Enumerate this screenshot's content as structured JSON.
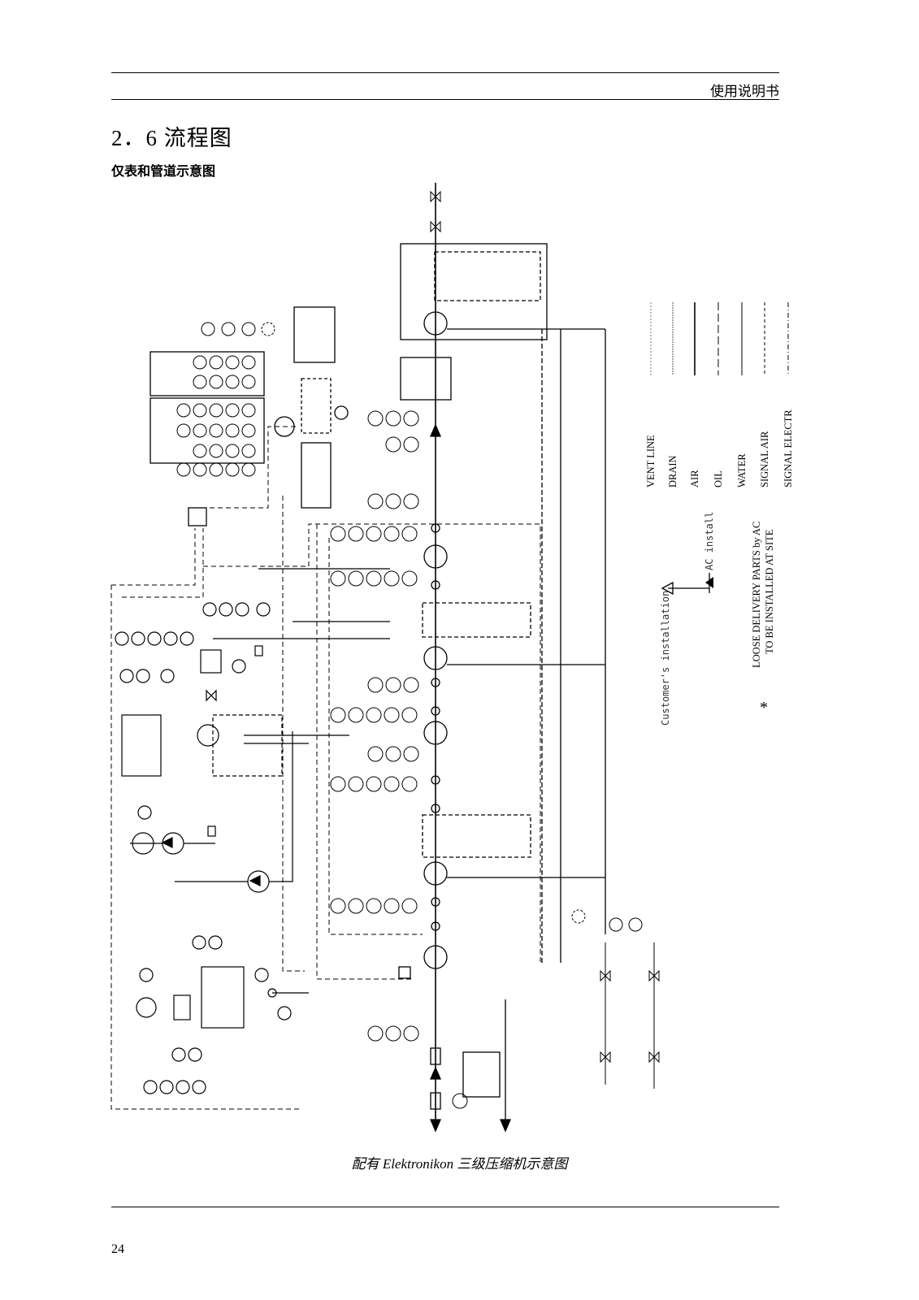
{
  "header": {
    "text": "使用说明书"
  },
  "section": {
    "title": "2．6 流程图",
    "subtitle": "仅表和管道示意图"
  },
  "legend": {
    "items": [
      "VENT LINE",
      "DRAIN",
      "AIR",
      "OIL",
      "WATER",
      "SIGNAL AIR",
      "SIGNAL ELECTR"
    ]
  },
  "notes": {
    "loose_delivery_1": "LOOSE DELIVERY PARTS by AC",
    "loose_delivery_2": "TO BE INSTALLED AT SITE",
    "customers_installation": "Customer's installation",
    "ac_install": "AC install",
    "asterisk": "*"
  },
  "caption": "配有 Elektronikon 三级压缩机示意图",
  "page_number": "24"
}
